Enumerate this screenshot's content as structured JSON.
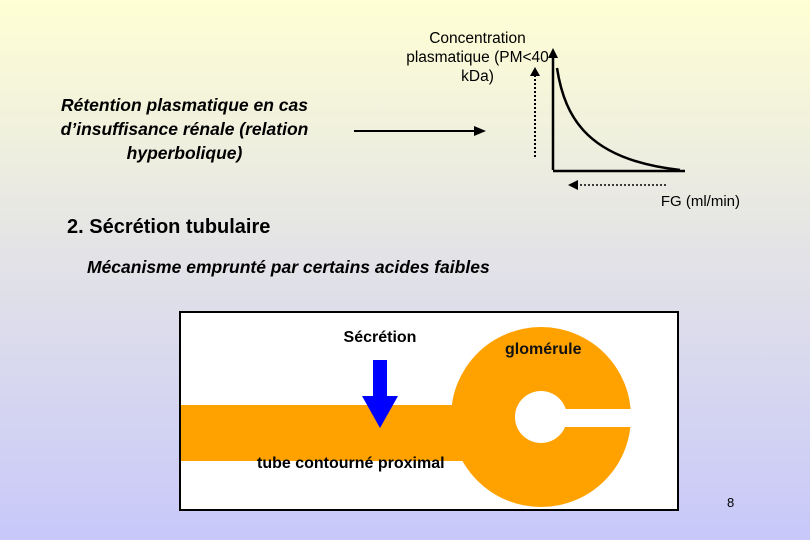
{
  "graph": {
    "y_label": "Concentration plasmatique (PM<40 kDa)",
    "x_label": "FG (ml/min)"
  },
  "retention_text": "Rétention plasmatique en cas d’insuffisance rénale (relation hyperbolique)",
  "section_title": "2. Sécrétion tubulaire",
  "mechanism_text": "Mécanisme emprunté par certains acides faibles",
  "diagram": {
    "secretion_label": "Sécrétion",
    "glomerule_label": "glomérule",
    "tube_label": "tube contourné proximal"
  },
  "colors": {
    "tube": "#ffa200",
    "secretion_arrow": "#0000ff"
  },
  "page_number": "8"
}
